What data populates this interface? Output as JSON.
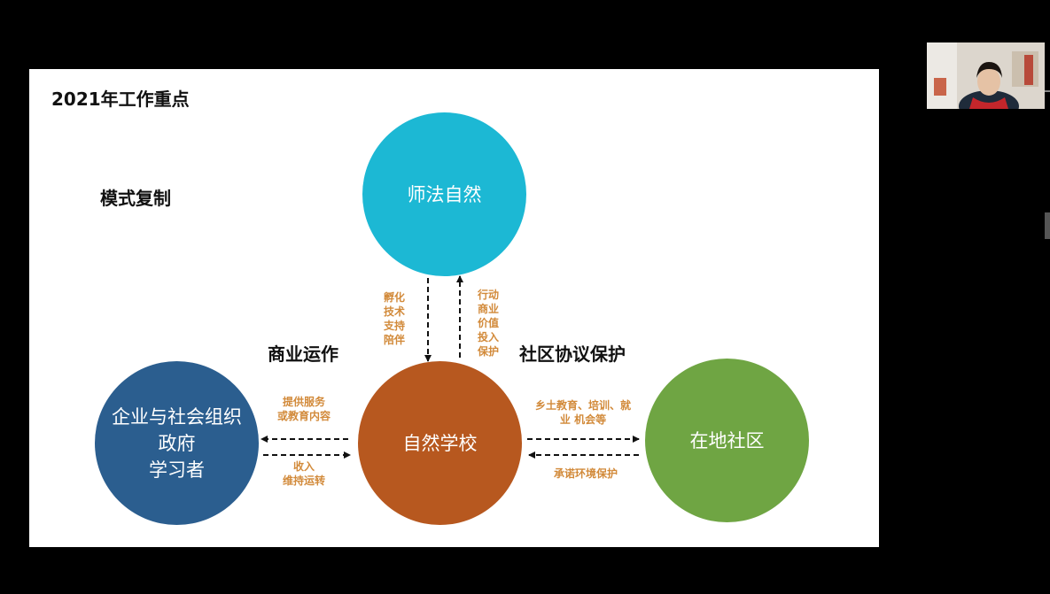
{
  "slide": {
    "title": "2021年工作重点",
    "headings": {
      "model_copy": "模式复制",
      "business": "商业运作",
      "community": "社区协议保护"
    },
    "circles": {
      "top": {
        "label": "师法自然",
        "color": "#1cb8d4"
      },
      "center": {
        "label": "自然学校",
        "color": "#b7581f"
      },
      "left": {
        "lines": [
          "企业与社会组织",
          "政府",
          "学习者"
        ],
        "color": "#2b5e8f"
      },
      "right": {
        "label": "在地社区",
        "color": "#6fa543"
      }
    },
    "notes": {
      "incubate": [
        "孵化",
        "技术",
        "支持",
        "陪伴"
      ],
      "action": [
        "行动",
        "商业",
        "价值",
        "投入",
        "保护"
      ],
      "provide": [
        "提供服务",
        "或教育内容"
      ],
      "income": [
        "收入",
        "维持运转"
      ],
      "local": [
        "乡土教育、培训、就",
        "业 机会等"
      ],
      "protect": [
        "承诺环境保护"
      ]
    },
    "note_color": "#d28a3a"
  },
  "webcam": {
    "icon": "person-video-icon"
  }
}
